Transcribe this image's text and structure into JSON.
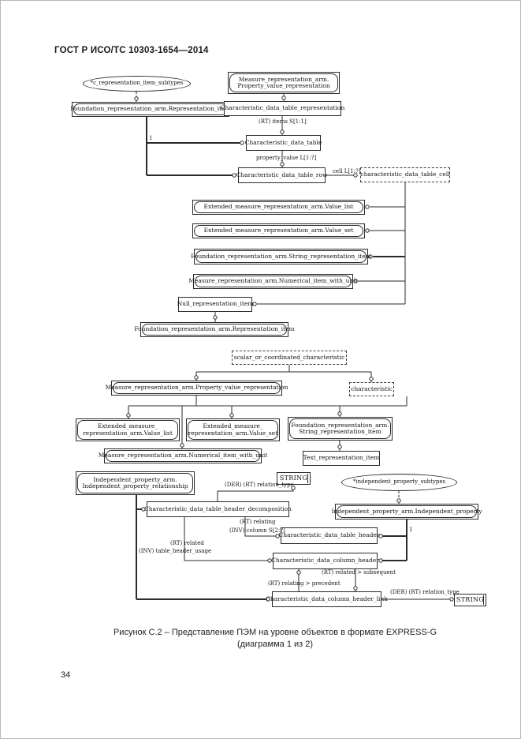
{
  "page": {
    "header_title": "ГОСТ Р ИСО/ТС 10303-1654—2014",
    "caption_line1": "Рисунок  С.2 – Представление ПЭМ на уровне объектов в формате EXPRESS-G",
    "caption_line2": "(диаграмма 1 из 2)",
    "page_number": "34"
  },
  "diagram": {
    "nodes": [
      {
        "id": "c-representation-item-subtypes",
        "label": "*c_representation_item_subtypes"
      },
      {
        "id": "measure-property-value-representation-ref-top",
        "label": "Measure_representation_arm.",
        "label2": "Property_value_representation"
      },
      {
        "id": "foundation-representation-item-ref-top",
        "label": "Foundation_representation_arm.Representation_item"
      },
      {
        "id": "characteristic-data-table-representation",
        "label": "Characteristic_data_table_representation"
      },
      {
        "id": "characteristic-data-table",
        "label": "Characteristic_data_table"
      },
      {
        "id": "characteristic-data-table-row",
        "label": "Characteristic_data_table_row"
      },
      {
        "id": "characteristic-data-table-cell",
        "label": "characteristic_data_table_cell"
      },
      {
        "id": "extended-measure-value-list-wide",
        "label": "Extended_measure_representation_arm.Value_list"
      },
      {
        "id": "extended-measure-value-set-wide",
        "label": "Extended_measure_representation_arm.Value_set"
      },
      {
        "id": "foundation-string-representation-item-wide",
        "label": "Foundation_representation_arm.String_representation_item"
      },
      {
        "id": "measure-numerical-item-with-unit-wide",
        "label": "Measure_representation_arm.Numerical_item_with_unit"
      },
      {
        "id": "null-representation-item",
        "label": "Null_representation_item"
      },
      {
        "id": "foundation-representation-item-ref-mid",
        "label": "Foundation_representation_arm.Representation_item"
      },
      {
        "id": "scalar-or-coordinated-characteristic",
        "label": "scalar_or_coordinated_characteristic"
      },
      {
        "id": "measure-property-value-representation-ref-mid",
        "label": "Measure_representation_arm.Property_value_representation"
      },
      {
        "id": "characteristic",
        "label": "characteristic"
      },
      {
        "id": "extended-measure-value-list",
        "label": "Extended_measure_",
        "label2": "representation_arm.Value_list"
      },
      {
        "id": "extended-measure-value-set",
        "label": "Extended_measure_",
        "label2": "representation_arm.Value_set"
      },
      {
        "id": "foundation-string-representation-item",
        "label": "Foundation_representation_arm.",
        "label2": "String_representation_item"
      },
      {
        "id": "measure-numerical-item-with-unit",
        "label": "Measure_representation_arm.Numerical_item_with_unit"
      },
      {
        "id": "text-representation-item",
        "label": "Text_representation_item"
      },
      {
        "id": "independent-property-relationship",
        "label": "Independent_property_arm.",
        "label2": "Independent_property_relationship"
      },
      {
        "id": "string-type-top",
        "label": "STRING"
      },
      {
        "id": "characteristic-data-table-header-decomposition",
        "label": "Characteristic_data_table_header_decomposition"
      },
      {
        "id": "independent-property-subtypes",
        "label": "*independent_property_subtypes"
      },
      {
        "id": "independent-property",
        "label": "Independent_property_arm.Independent_property"
      },
      {
        "id": "characteristic-data-table-header",
        "label": "Characteristic_data_table_header"
      },
      {
        "id": "characteristic-data-column-header",
        "label": "Characteristic_data_column_header"
      },
      {
        "id": "characteristic-data-column-header-link",
        "label": "Characteristic_data_column_header_link"
      },
      {
        "id": "string-type-bottom",
        "label": "STRING"
      }
    ],
    "attribute_labels": [
      {
        "id": "rt-items",
        "text": "(RT) items S[1:1]"
      },
      {
        "id": "cardinality-one-left",
        "text": "1"
      },
      {
        "id": "property-value",
        "text": "property_value L[1:?]"
      },
      {
        "id": "cell",
        "text": "cell L[1:?]"
      },
      {
        "id": "rt-relating",
        "text": "(RT) relating"
      },
      {
        "id": "inv-column",
        "text": "(INV) column S[2:?]"
      },
      {
        "id": "cardinality-one-right",
        "text": "1"
      },
      {
        "id": "rt-related",
        "text": "(RT) related"
      },
      {
        "id": "inv-table-header-usage",
        "text": "(INV) table_header_usage"
      },
      {
        "id": "rt-related-subsequent",
        "text": "(RT) related > subsequent"
      },
      {
        "id": "rt-relating-precedent",
        "text": "(RT) relating > precedent"
      },
      {
        "id": "der-rt-relation-type-top",
        "text": "(DER) (RT) relation_type"
      },
      {
        "id": "der-rt-relation-type-bottom",
        "text": "(DER) (RT) relation_type"
      }
    ]
  }
}
